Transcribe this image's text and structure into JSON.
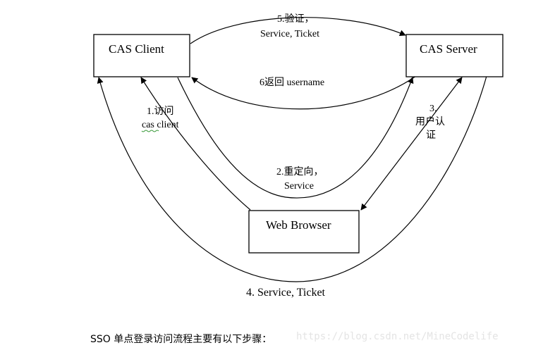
{
  "diagram": {
    "nodes": {
      "cas_client": "CAS Client",
      "cas_server": "CAS Server",
      "web_browser": "Web Browser"
    },
    "edges": {
      "step1_line1": "1.访问",
      "step1_line2": "cas client",
      "step2_line1": "2.重定向，",
      "step2_line2": "Service",
      "step3_line1": "3.",
      "step3_line2": "用户认",
      "step3_line3": "证",
      "step4": "4. Service, Ticket",
      "step5_line1": "5.验证，",
      "step5_line2": "Service, Ticket",
      "step6": "6返回 username"
    }
  },
  "caption": "SSO 单点登录访问流程主要有以下步骤：",
  "watermark": "https://blog.csdn.net/MineCodelife"
}
